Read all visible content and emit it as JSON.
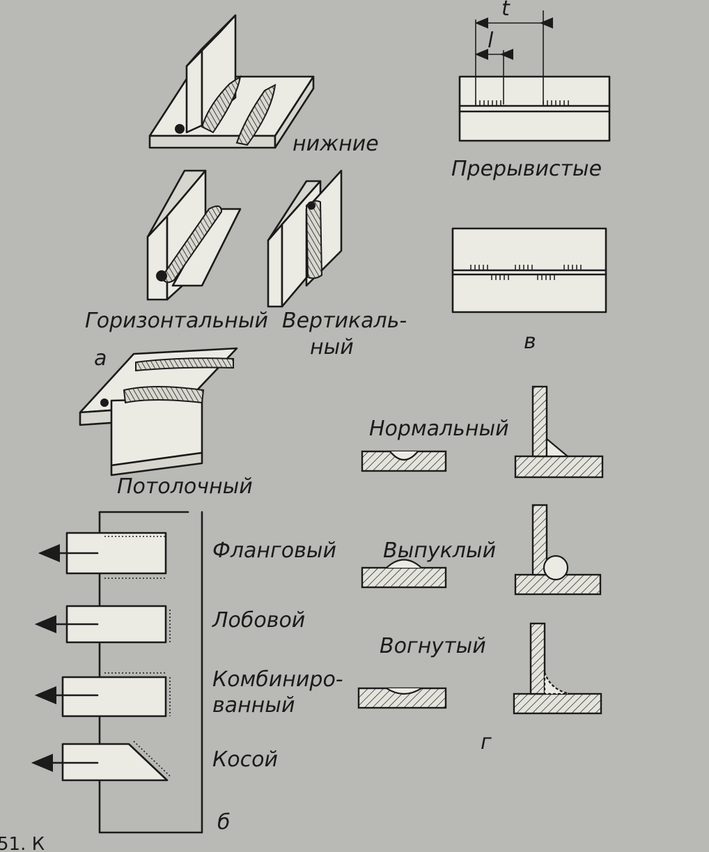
{
  "labels": {
    "nizhnie": "нижние",
    "gorizontalny": "Горизонтальный",
    "vertikal_1": "Вертикаль-",
    "vertikal_2": "ный",
    "potolochny": "Потолочный",
    "preryvistye": "Прерывистые",
    "flangovy": "Фланговый",
    "lobovoy": "Лобовой",
    "kombinir_1": "Комбиниро-",
    "kombinir_2": "ванный",
    "kosoy": "Косой",
    "normalny": "Нормальный",
    "vypukly": "Выпуклый",
    "vognuty": "Вогнутый"
  },
  "sublabels": {
    "a": "а",
    "b": "б",
    "v": "в",
    "g": "г"
  },
  "dimensions": {
    "t": "t",
    "l": "l"
  },
  "caption": "51. К"
}
